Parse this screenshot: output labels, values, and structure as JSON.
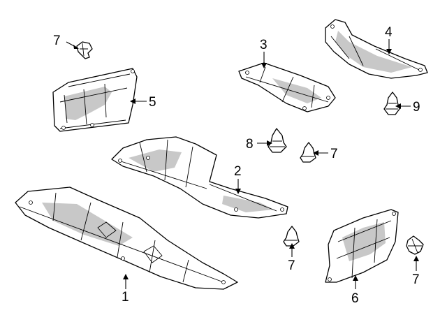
{
  "callouts": {
    "c1": "1",
    "c2": "2",
    "c3": "3",
    "c4": "4",
    "c5": "5",
    "c6": "6",
    "c7a": "7",
    "c7b": "7",
    "c7c": "7",
    "c7d": "7",
    "c8": "8",
    "c9": "9"
  }
}
